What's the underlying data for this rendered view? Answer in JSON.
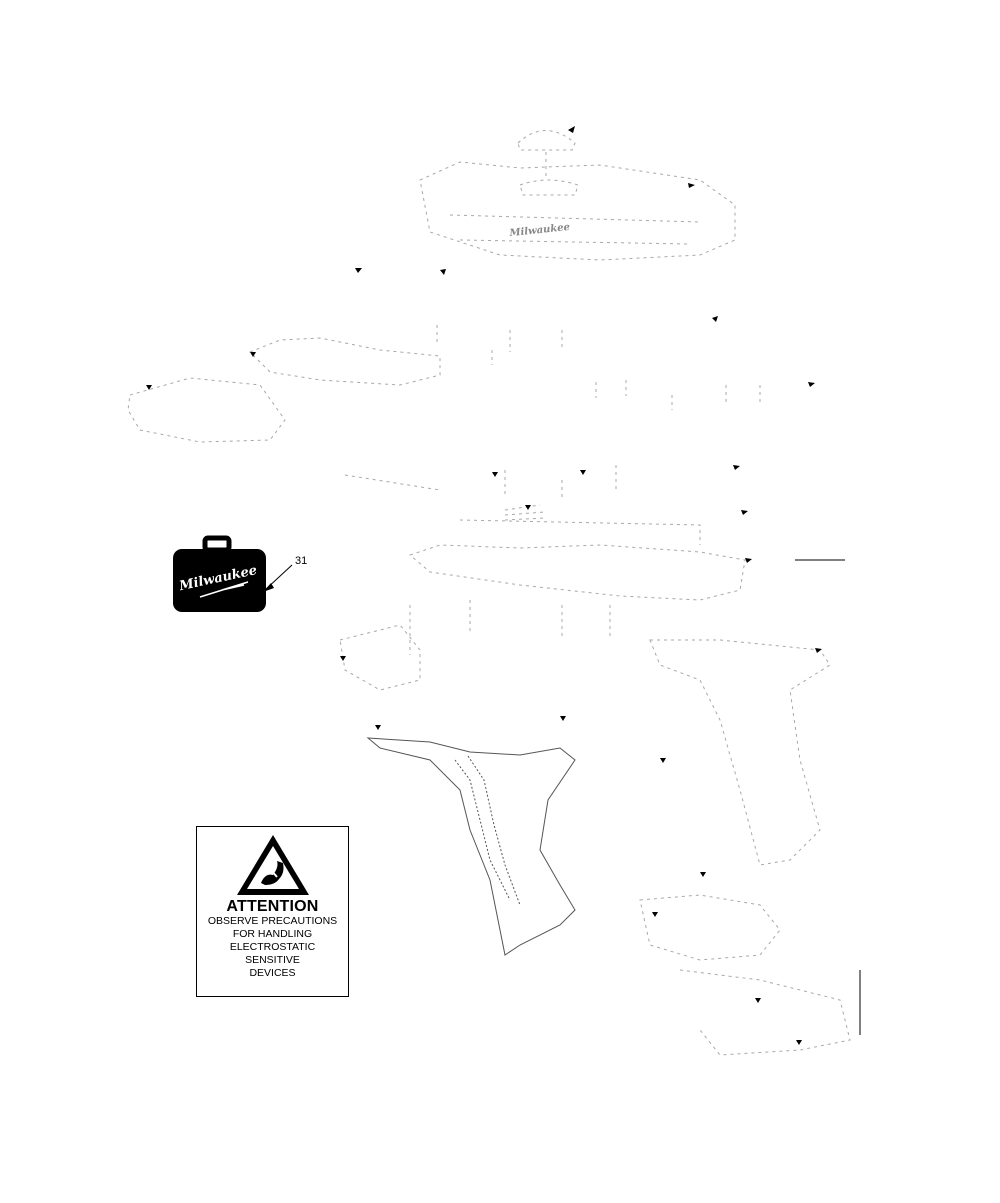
{
  "callout": {
    "number": "31"
  },
  "carrying_case": {
    "brand": "Milwaukee"
  },
  "notice": {
    "title": "ATTENTION",
    "lines": [
      "OBSERVE PRECAUTIONS",
      "FOR HANDLING",
      "ELECTROSTATIC",
      "SENSITIVE",
      "DEVICES"
    ]
  },
  "tool_housing": {
    "brand": "Milwaukee"
  },
  "colors": {
    "ink": "#000000",
    "faint_line": "#9a9a9a",
    "paper": "#ffffff"
  }
}
